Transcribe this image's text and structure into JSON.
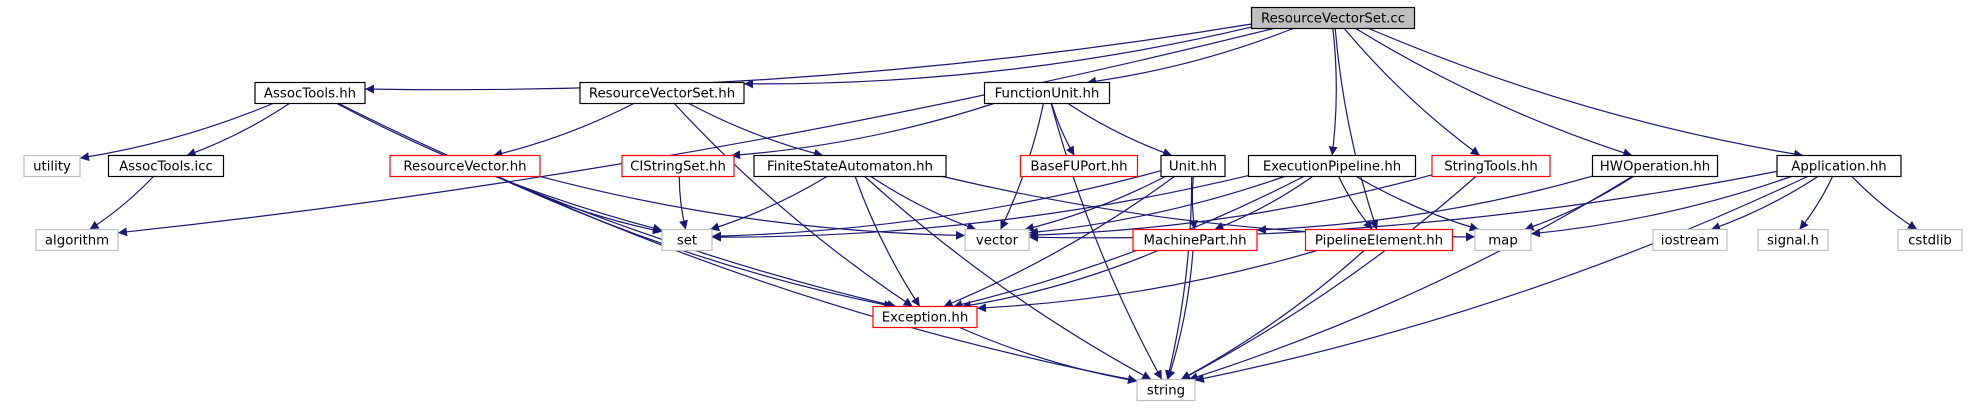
{
  "nodes": [
    {
      "id": "root",
      "label": "ResourceVectorSet.cc",
      "kind": "root"
    },
    {
      "id": "assoctools_hh",
      "label": "AssocTools.hh",
      "kind": "doc"
    },
    {
      "id": "rvset_hh",
      "label": "ResourceVectorSet.hh",
      "kind": "doc"
    },
    {
      "id": "functionunit_hh",
      "label": "FunctionUnit.hh",
      "kind": "doc"
    },
    {
      "id": "utility",
      "label": "utility",
      "kind": "ext"
    },
    {
      "id": "assoctools_icc",
      "label": "AssocTools.icc",
      "kind": "doc"
    },
    {
      "id": "resourcevector_hh",
      "label": "ResourceVector.hh",
      "kind": "trunc"
    },
    {
      "id": "cistringset_hh",
      "label": "CIStringSet.hh",
      "kind": "trunc"
    },
    {
      "id": "fsa_hh",
      "label": "FiniteStateAutomaton.hh",
      "kind": "doc"
    },
    {
      "id": "basefuport_hh",
      "label": "BaseFUPort.hh",
      "kind": "trunc"
    },
    {
      "id": "unit_hh",
      "label": "Unit.hh",
      "kind": "doc"
    },
    {
      "id": "execpipe_hh",
      "label": "ExecutionPipeline.hh",
      "kind": "doc"
    },
    {
      "id": "stringtools_hh",
      "label": "StringTools.hh",
      "kind": "trunc"
    },
    {
      "id": "hwoperation_hh",
      "label": "HWOperation.hh",
      "kind": "doc"
    },
    {
      "id": "application_hh",
      "label": "Application.hh",
      "kind": "doc"
    },
    {
      "id": "algorithm",
      "label": "algorithm",
      "kind": "ext"
    },
    {
      "id": "set",
      "label": "set",
      "kind": "ext"
    },
    {
      "id": "vector",
      "label": "vector",
      "kind": "ext"
    },
    {
      "id": "machinepart_hh",
      "label": "MachinePart.hh",
      "kind": "trunc"
    },
    {
      "id": "pipelineelement_hh",
      "label": "PipelineElement.hh",
      "kind": "trunc"
    },
    {
      "id": "map",
      "label": "map",
      "kind": "ext"
    },
    {
      "id": "iostream",
      "label": "iostream",
      "kind": "ext"
    },
    {
      "id": "signal_h",
      "label": "signal.h",
      "kind": "ext"
    },
    {
      "id": "cstdlib",
      "label": "cstdlib",
      "kind": "ext"
    },
    {
      "id": "exception_hh",
      "label": "Exception.hh",
      "kind": "trunc"
    },
    {
      "id": "string",
      "label": "string",
      "kind": "ext"
    }
  ],
  "edges": [
    [
      "root",
      "assoctools_hh"
    ],
    [
      "root",
      "rvset_hh"
    ],
    [
      "root",
      "functionunit_hh"
    ],
    [
      "root",
      "execpipe_hh"
    ],
    [
      "root",
      "stringtools_hh"
    ],
    [
      "root",
      "hwoperation_hh"
    ],
    [
      "root",
      "application_hh"
    ],
    [
      "root",
      "algorithm"
    ],
    [
      "root",
      "pipelineelement_hh"
    ],
    [
      "assoctools_hh",
      "utility"
    ],
    [
      "assoctools_hh",
      "assoctools_icc"
    ],
    [
      "assoctools_hh",
      "set"
    ],
    [
      "assoctools_hh",
      "exception_hh"
    ],
    [
      "assoctools_icc",
      "algorithm"
    ],
    [
      "rvset_hh",
      "resourcevector_hh"
    ],
    [
      "rvset_hh",
      "fsa_hh"
    ],
    [
      "rvset_hh",
      "exception_hh"
    ],
    [
      "functionunit_hh",
      "cistringset_hh"
    ],
    [
      "functionunit_hh",
      "basefuport_hh"
    ],
    [
      "functionunit_hh",
      "unit_hh"
    ],
    [
      "functionunit_hh",
      "vector"
    ],
    [
      "functionunit_hh",
      "string"
    ],
    [
      "resourcevector_hh",
      "set"
    ],
    [
      "resourcevector_hh",
      "vector"
    ],
    [
      "resourcevector_hh",
      "exception_hh"
    ],
    [
      "resourcevector_hh",
      "string"
    ],
    [
      "cistringset_hh",
      "set"
    ],
    [
      "fsa_hh",
      "set"
    ],
    [
      "fsa_hh",
      "vector"
    ],
    [
      "fsa_hh",
      "map"
    ],
    [
      "fsa_hh",
      "exception_hh"
    ],
    [
      "fsa_hh",
      "string"
    ],
    [
      "unit_hh",
      "set"
    ],
    [
      "unit_hh",
      "vector"
    ],
    [
      "unit_hh",
      "machinepart_hh"
    ],
    [
      "unit_hh",
      "exception_hh"
    ],
    [
      "unit_hh",
      "string"
    ],
    [
      "execpipe_hh",
      "set"
    ],
    [
      "execpipe_hh",
      "vector"
    ],
    [
      "execpipe_hh",
      "machinepart_hh"
    ],
    [
      "execpipe_hh",
      "pipelineelement_hh"
    ],
    [
      "execpipe_hh",
      "map"
    ],
    [
      "execpipe_hh",
      "exception_hh"
    ],
    [
      "stringtools_hh",
      "vector"
    ],
    [
      "stringtools_hh",
      "string"
    ],
    [
      "hwoperation_hh",
      "machinepart_hh"
    ],
    [
      "hwoperation_hh",
      "map"
    ],
    [
      "hwoperation_hh",
      "string"
    ],
    [
      "application_hh",
      "vector"
    ],
    [
      "application_hh",
      "map"
    ],
    [
      "application_hh",
      "iostream"
    ],
    [
      "application_hh",
      "signal_h"
    ],
    [
      "application_hh",
      "cstdlib"
    ],
    [
      "application_hh",
      "string"
    ],
    [
      "machinepart_hh",
      "exception_hh"
    ],
    [
      "machinepart_hh",
      "string"
    ],
    [
      "pipelineelement_hh",
      "exception_hh"
    ],
    [
      "pipelineelement_hh",
      "string"
    ],
    [
      "exception_hh",
      "string"
    ]
  ],
  "colors": {
    "root_fill": "#bfbfbf",
    "doc_border": "#000000",
    "trunc_border": "#ff0000",
    "ext_border": "#bfbfbf",
    "edge": "#191970",
    "text": "#000000"
  }
}
